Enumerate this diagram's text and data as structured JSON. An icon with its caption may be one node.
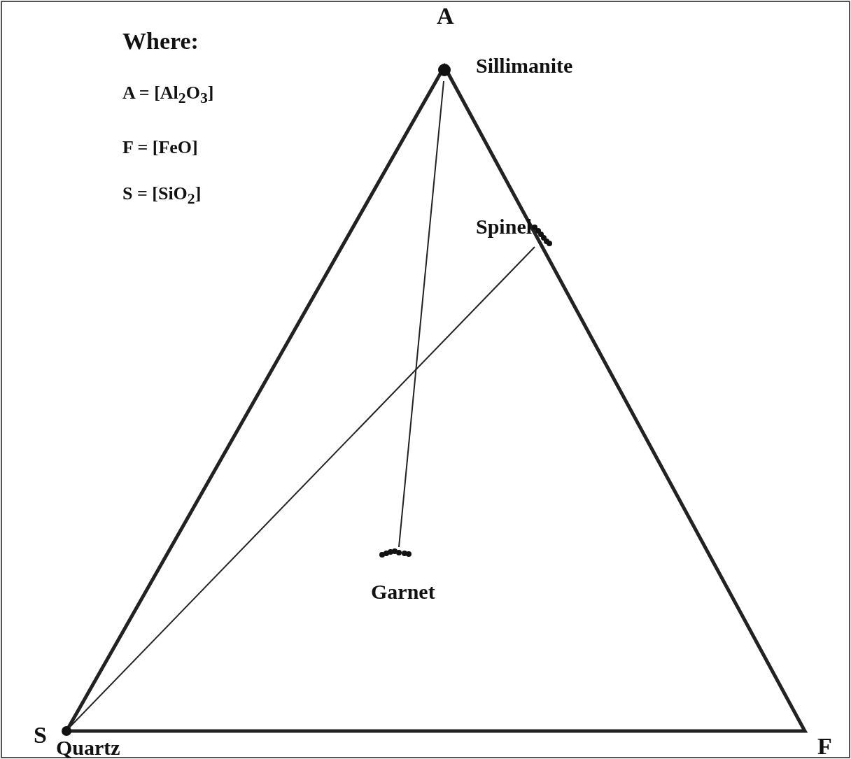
{
  "diagram": {
    "nodes": [
      {
        "text": [
          "Sillimanite"
        ]
      },
      {
        "text": [
          "Garnet"
        ]
      },
      {
        "text": [
          "Spinel"
        ]
      },
      {
        "text": [
          "Quartz"
        ]
      }
    ],
    "edges": [
      {
        "from": 0,
        "to": 1,
        "arrow": "none"
      },
      {
        "from": 3,
        "to": 2,
        "arrow": "none"
      }
    ],
    "labels": [
      "A",
      "Where:",
      "A = [Al$_{2}$O$_{3}$]",
      "F = [FeO]",
      "S = [SiO$_{2}$]",
      "S",
      "F"
    ]
  }
}
